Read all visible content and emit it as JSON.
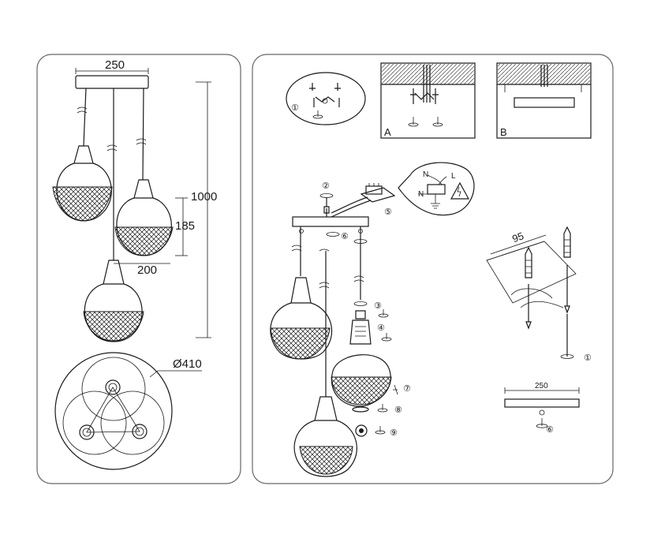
{
  "dimensions": {
    "width_250": "250",
    "height_1000": "1000",
    "shade_185": "185",
    "offset_200": "200",
    "diameter_410": "Ø410",
    "angle_95": "95",
    "plate_250": "250"
  },
  "detail_letters": {
    "a": "A",
    "b": "B"
  },
  "steps": [
    "①",
    "②",
    "③",
    "④",
    "⑤",
    "⑥",
    "⑦",
    "⑧",
    "⑨"
  ],
  "wiring_labels": {
    "n": "N",
    "l": "L"
  },
  "colors": {
    "line": "#1a1a1a",
    "frame": "#666666",
    "background": "#ffffff"
  },
  "icons": [
    "mesh-shade-icon",
    "screw-icon",
    "dowel-icon",
    "terminal-block-icon",
    "electric-hazard-icon",
    "ground-icon"
  ]
}
